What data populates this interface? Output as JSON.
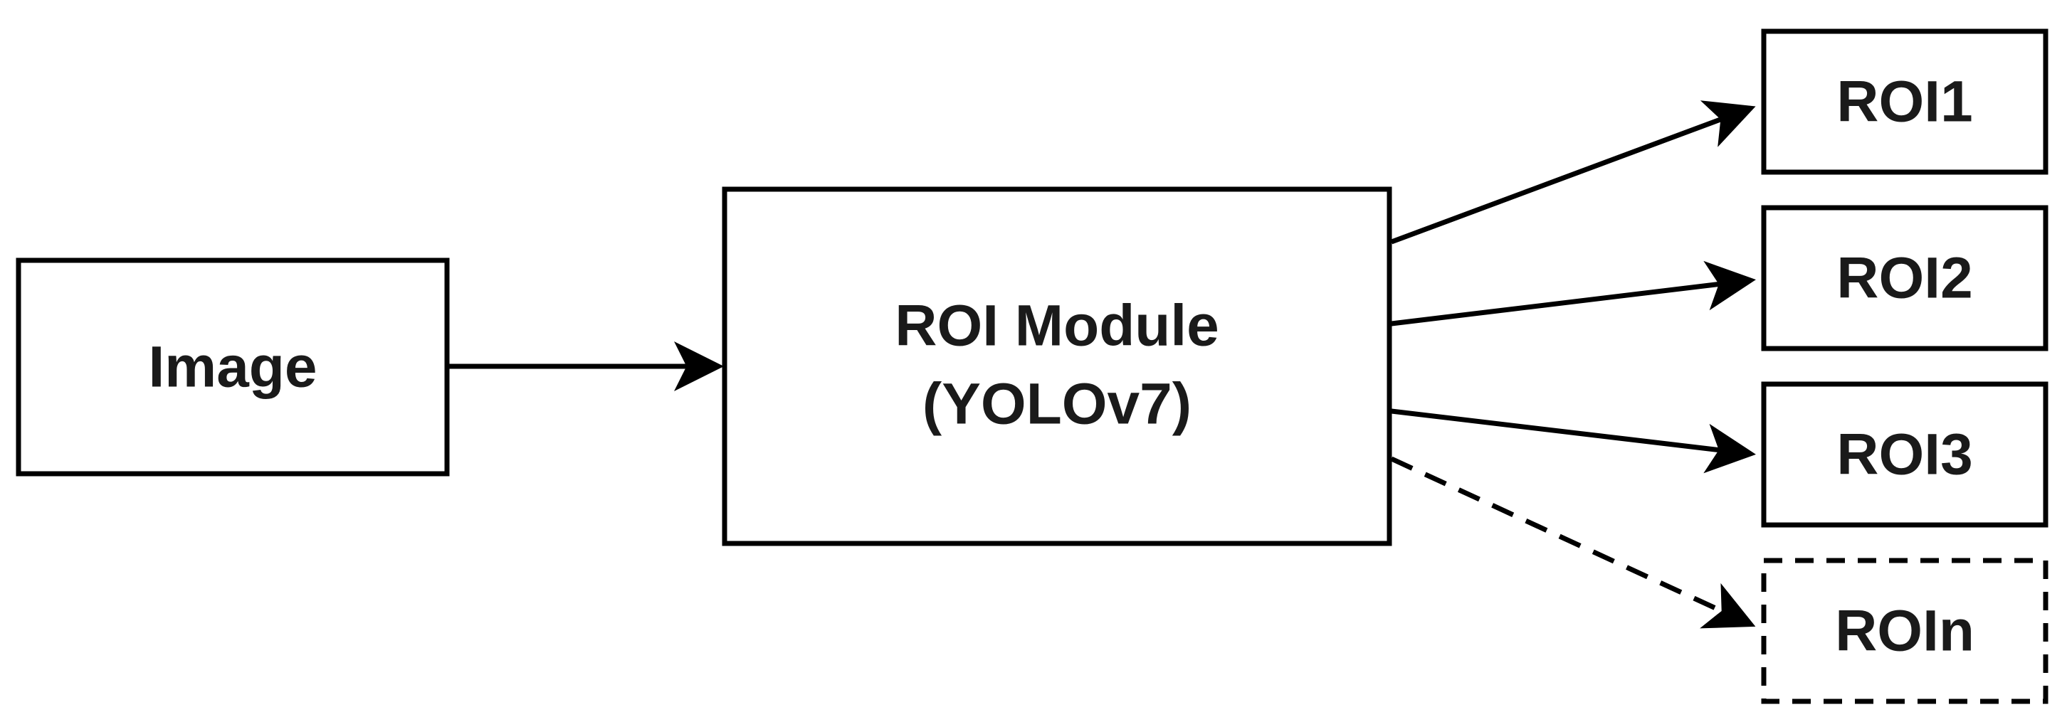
{
  "nodes": {
    "image": {
      "label": "Image"
    },
    "roi_module": {
      "line1": "ROI Module",
      "line2": "(YOLOv7)"
    },
    "roi1": {
      "label": "ROI1"
    },
    "roi2": {
      "label": "ROI2"
    },
    "roi3": {
      "label": "ROI3"
    },
    "roin": {
      "label": "ROIn"
    }
  },
  "edges": [
    {
      "from": "Image",
      "to": "ROI Module (YOLOv7)",
      "style": "solid"
    },
    {
      "from": "ROI Module (YOLOv7)",
      "to": "ROI1",
      "style": "solid"
    },
    {
      "from": "ROI Module (YOLOv7)",
      "to": "ROI2",
      "style": "solid"
    },
    {
      "from": "ROI Module (YOLOv7)",
      "to": "ROI3",
      "style": "solid"
    },
    {
      "from": "ROI Module (YOLOv7)",
      "to": "ROIn",
      "style": "dashed"
    }
  ],
  "colors": {
    "stroke": "#000000",
    "text": "#1a1a1a",
    "background": "#ffffff"
  }
}
